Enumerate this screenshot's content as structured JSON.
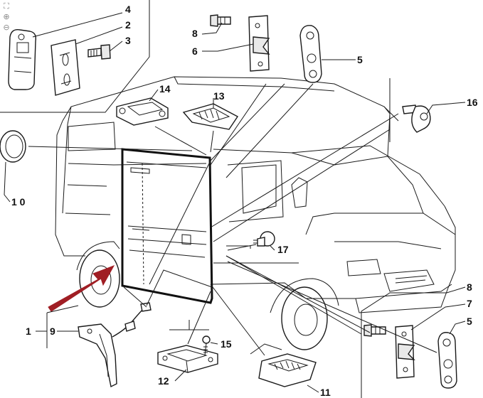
{
  "toolbar": {
    "icons": [
      "fit-icon",
      "zoom-in-icon",
      "zoom-out-icon"
    ],
    "glyphs": [
      "⛶",
      "⊕",
      "⊖"
    ]
  },
  "callouts": {
    "c1": "1",
    "c2": "2",
    "c3": "3",
    "c4": "4",
    "c5_top": "5",
    "c5_bottom": "5",
    "c6": "6",
    "c7": "7",
    "c8_top": "8",
    "c8_bottom": "8",
    "c9": "9",
    "c10": "1 0",
    "c11": "11",
    "c12": "12",
    "c13": "13",
    "c14": "14",
    "c15": "15",
    "c16": "16",
    "c17": "17"
  },
  "colors": {
    "arrow": "#a01e24",
    "line": "#1a1a1a"
  }
}
